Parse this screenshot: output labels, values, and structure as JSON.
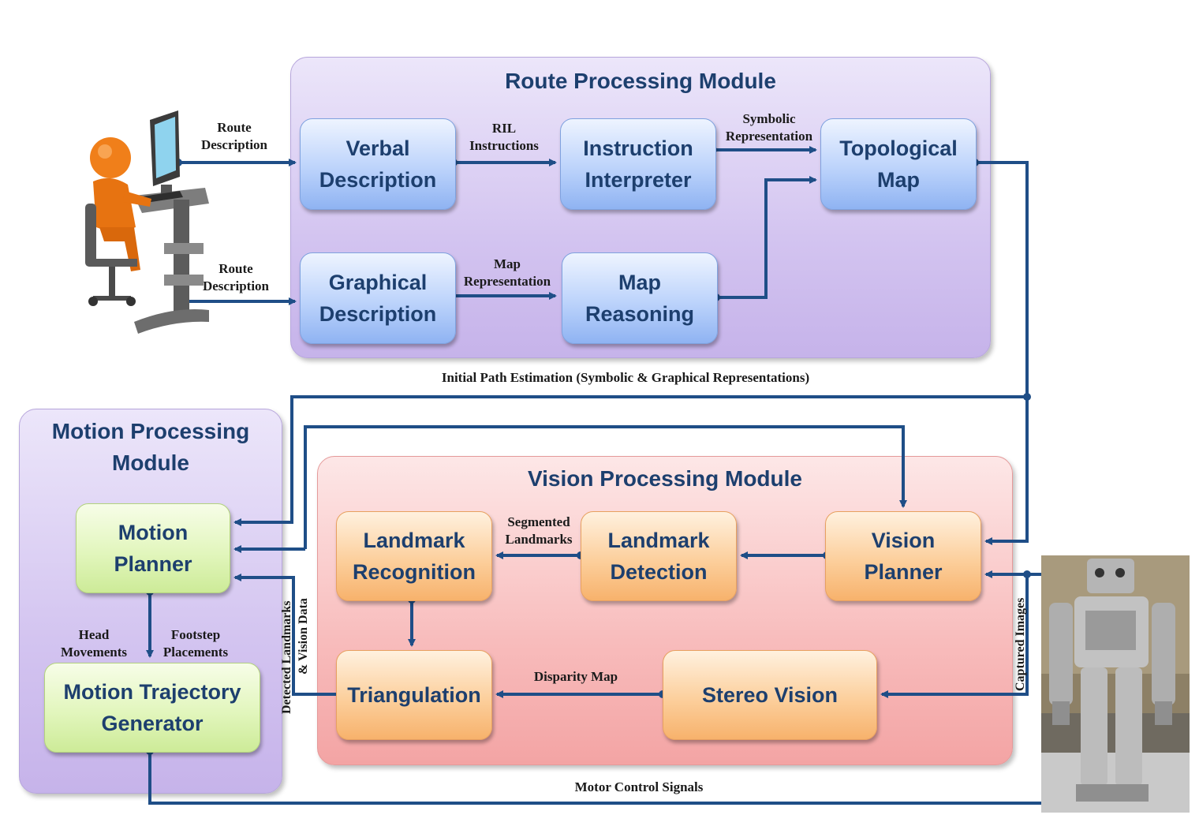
{
  "modules": {
    "route": "Route Processing  Module",
    "motion": "Motion Processing\nModule",
    "vision": "Vision Processing  Module"
  },
  "boxes": {
    "verbal": "Verbal\nDescription",
    "instruction": "Instruction\nInterpreter",
    "topological": "Topological\nMap",
    "graphical": "Graphical\nDescription",
    "map_reasoning": "Map\nReasoning",
    "motion_planner": "Motion\nPlanner",
    "motion_traj": "Motion Trajectory\nGenerator",
    "landmark_recognition": "Landmark\nRecognition",
    "landmark_detection": "Landmark\nDetection",
    "vision_planner": "Vision\nPlanner",
    "triangulation": "Triangulation",
    "stereo_vision": "Stereo Vision"
  },
  "labels": {
    "route_desc_1": "Route\nDescription",
    "route_desc_2": "Route\nDescription",
    "ril": "RIL\nInstructions",
    "symbolic": "Symbolic\nRepresentation",
    "map_repr": "Map\nRepresentation",
    "initial_path": "Initial Path Estimation (Symbolic & Graphical Representations)",
    "segmented": "Segmented\nLandmarks",
    "disparity": "Disparity Map",
    "head": "Head\nMovements",
    "footstep": "Footstep\nPlacements",
    "detected": "Detected Landmarks",
    "vision_data": "& Vision Data",
    "captured": "Captured Images",
    "motor": "Motor Control Signals"
  },
  "icons": {
    "user": "user-at-computer-icon",
    "robot": "humanoid-robot-photo"
  },
  "colors": {
    "wire": "#1f4e87",
    "title_text": "#1d3f6e"
  }
}
